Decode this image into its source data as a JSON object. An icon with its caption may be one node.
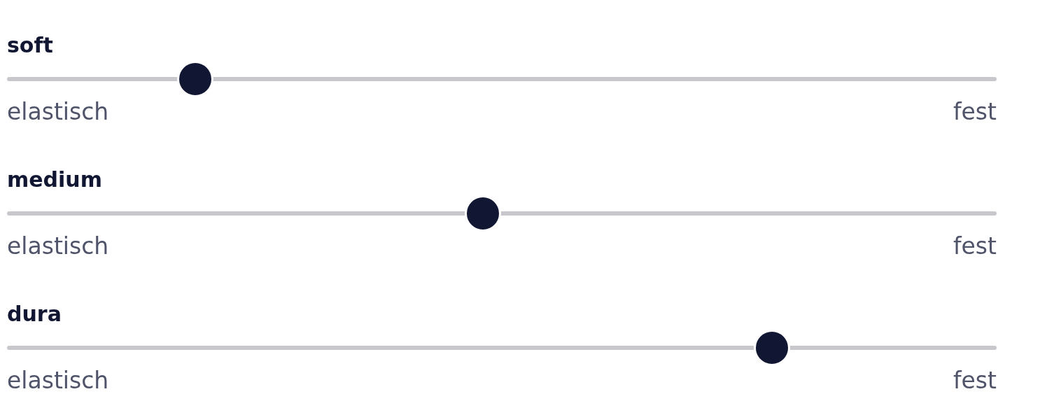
{
  "diagram": {
    "labels": [
      "soft",
      "elastisch",
      "fest",
      "medium",
      "elastisch",
      "fest",
      "dura",
      "elastisch",
      "fest"
    ]
  }
}
